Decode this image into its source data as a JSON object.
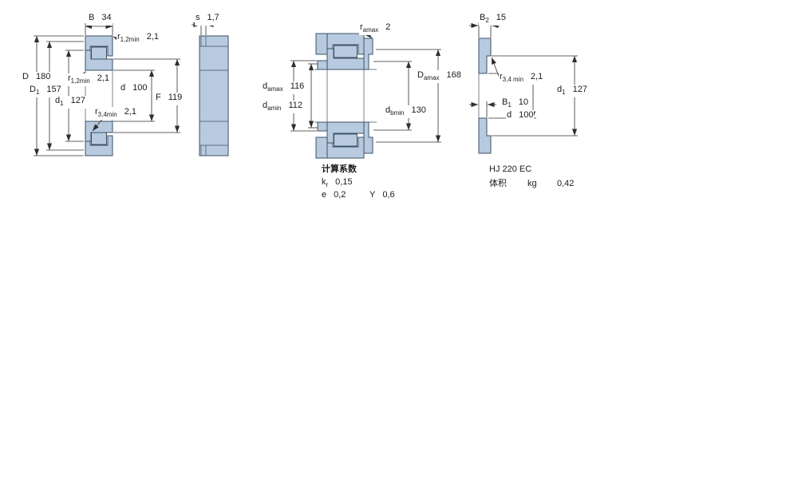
{
  "colors": {
    "part-fill": "#b7cadf",
    "part-stroke": "#3d5166",
    "line": "#2f2f2f",
    "bg": "#ffffff"
  },
  "front_view": {
    "B": {
      "sym": "B",
      "sub": "",
      "val": "34"
    },
    "r12_top": {
      "sym": "r",
      "sub": "1,2min",
      "val": "2,1"
    },
    "D": {
      "sym": "D",
      "sub": "",
      "val": "180"
    },
    "D1": {
      "sym": "D",
      "sub": "1",
      "val": "157"
    },
    "d1": {
      "sym": "d",
      "sub": "1",
      "val": "127"
    },
    "r12_bore": {
      "sym": "r",
      "sub": "1,2min",
      "val": "2,1"
    },
    "d": {
      "sym": "d",
      "sub": "",
      "val": "100"
    },
    "r34": {
      "sym": "r",
      "sub": "3,4min",
      "val": "2,1"
    },
    "F": {
      "sym": "F",
      "sub": "",
      "val": "119"
    }
  },
  "width_view": {
    "s": {
      "sym": "s",
      "sub": "",
      "val": "1,7"
    }
  },
  "mount_view": {
    "ramax": {
      "sym": "r",
      "sub": "amax",
      "val": "2"
    },
    "damax": {
      "sym": "d",
      "sub": "amax",
      "val": "116"
    },
    "damin": {
      "sym": "d",
      "sub": "amin",
      "val": "112"
    },
    "Damax": {
      "sym": "D",
      "sub": "amax",
      "val": "168"
    },
    "dbmin": {
      "sym": "d",
      "sub": "bmin",
      "val": "130"
    },
    "calc": {
      "title": "计算系数",
      "kr": {
        "sym": "k",
        "sub": "r",
        "val": "0,15"
      },
      "e": {
        "sym": "e",
        "sub": "",
        "val": "0,2"
      },
      "Y": {
        "sym": "Y",
        "sub": "",
        "val": "0,6"
      }
    }
  },
  "hj_view": {
    "B2": {
      "sym": "B",
      "sub": "2",
      "val": "15"
    },
    "r34": {
      "sym": "r",
      "sub": "3,4 min",
      "val": "2,1"
    },
    "d1": {
      "sym": "d",
      "sub": "1",
      "val": "127"
    },
    "B1": {
      "sym": "B",
      "sub": "1",
      "val": "10"
    },
    "d": {
      "sym": "d",
      "sub": "",
      "val": "100"
    },
    "designation": "HJ 220 EC",
    "volume": {
      "label": "体积",
      "unit": "kg",
      "value": "0,42"
    }
  }
}
